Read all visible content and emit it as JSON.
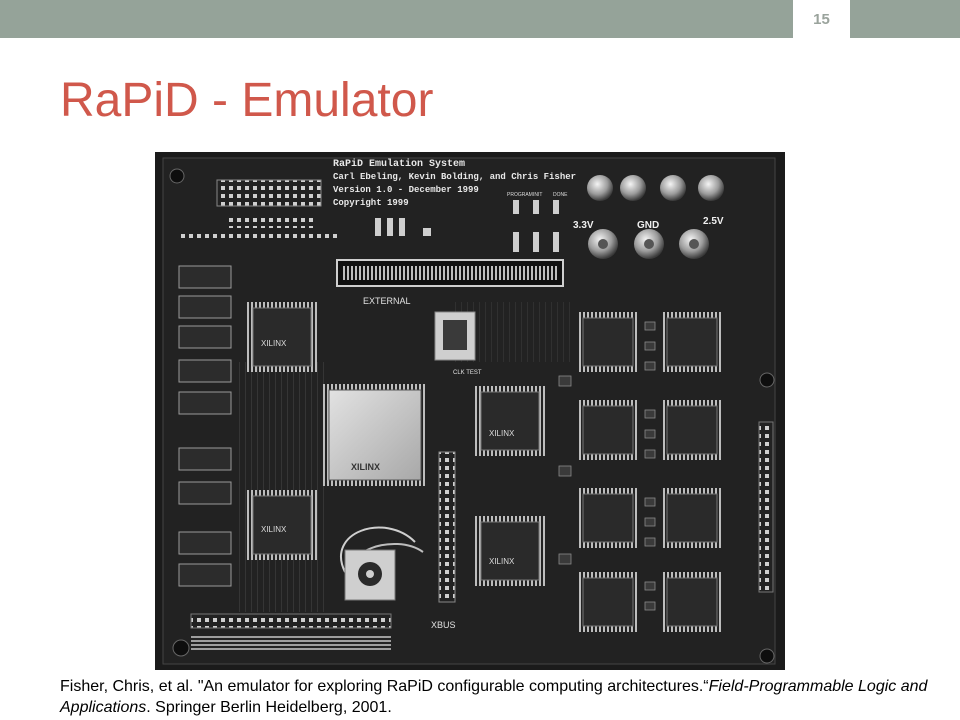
{
  "slide": {
    "number": "15",
    "title": "RaPiD - Emulator"
  },
  "colors": {
    "topbar": "#95a399",
    "title": "#d0584b",
    "slide_number": "#9aa39c"
  },
  "board": {
    "header_lines": [
      "RaPiD Emulation System",
      "Carl Ebeling, Kevin Bolding, and Chris Fisher",
      "Version 1.0 - December 1999",
      "Copyright 1999"
    ],
    "labels": {
      "v33": "3.3V",
      "gnd": "GND",
      "v25": "2.5V",
      "external": "EXTERNAL",
      "clk_test": "CLK TEST",
      "xbus": "XBUS",
      "program": "PROGRAM",
      "init": "INIT",
      "done": "DONE",
      "chip_brand": "XILINX"
    }
  },
  "caption": {
    "line1_pre": "Fisher, Chris, et al. \"An emulator for exploring RaPiD configurable computing architectures.“",
    "journal": "Field-Programmable Logic and Applications",
    "line_post": ". Springer Berlin Heidelberg, 2001."
  }
}
